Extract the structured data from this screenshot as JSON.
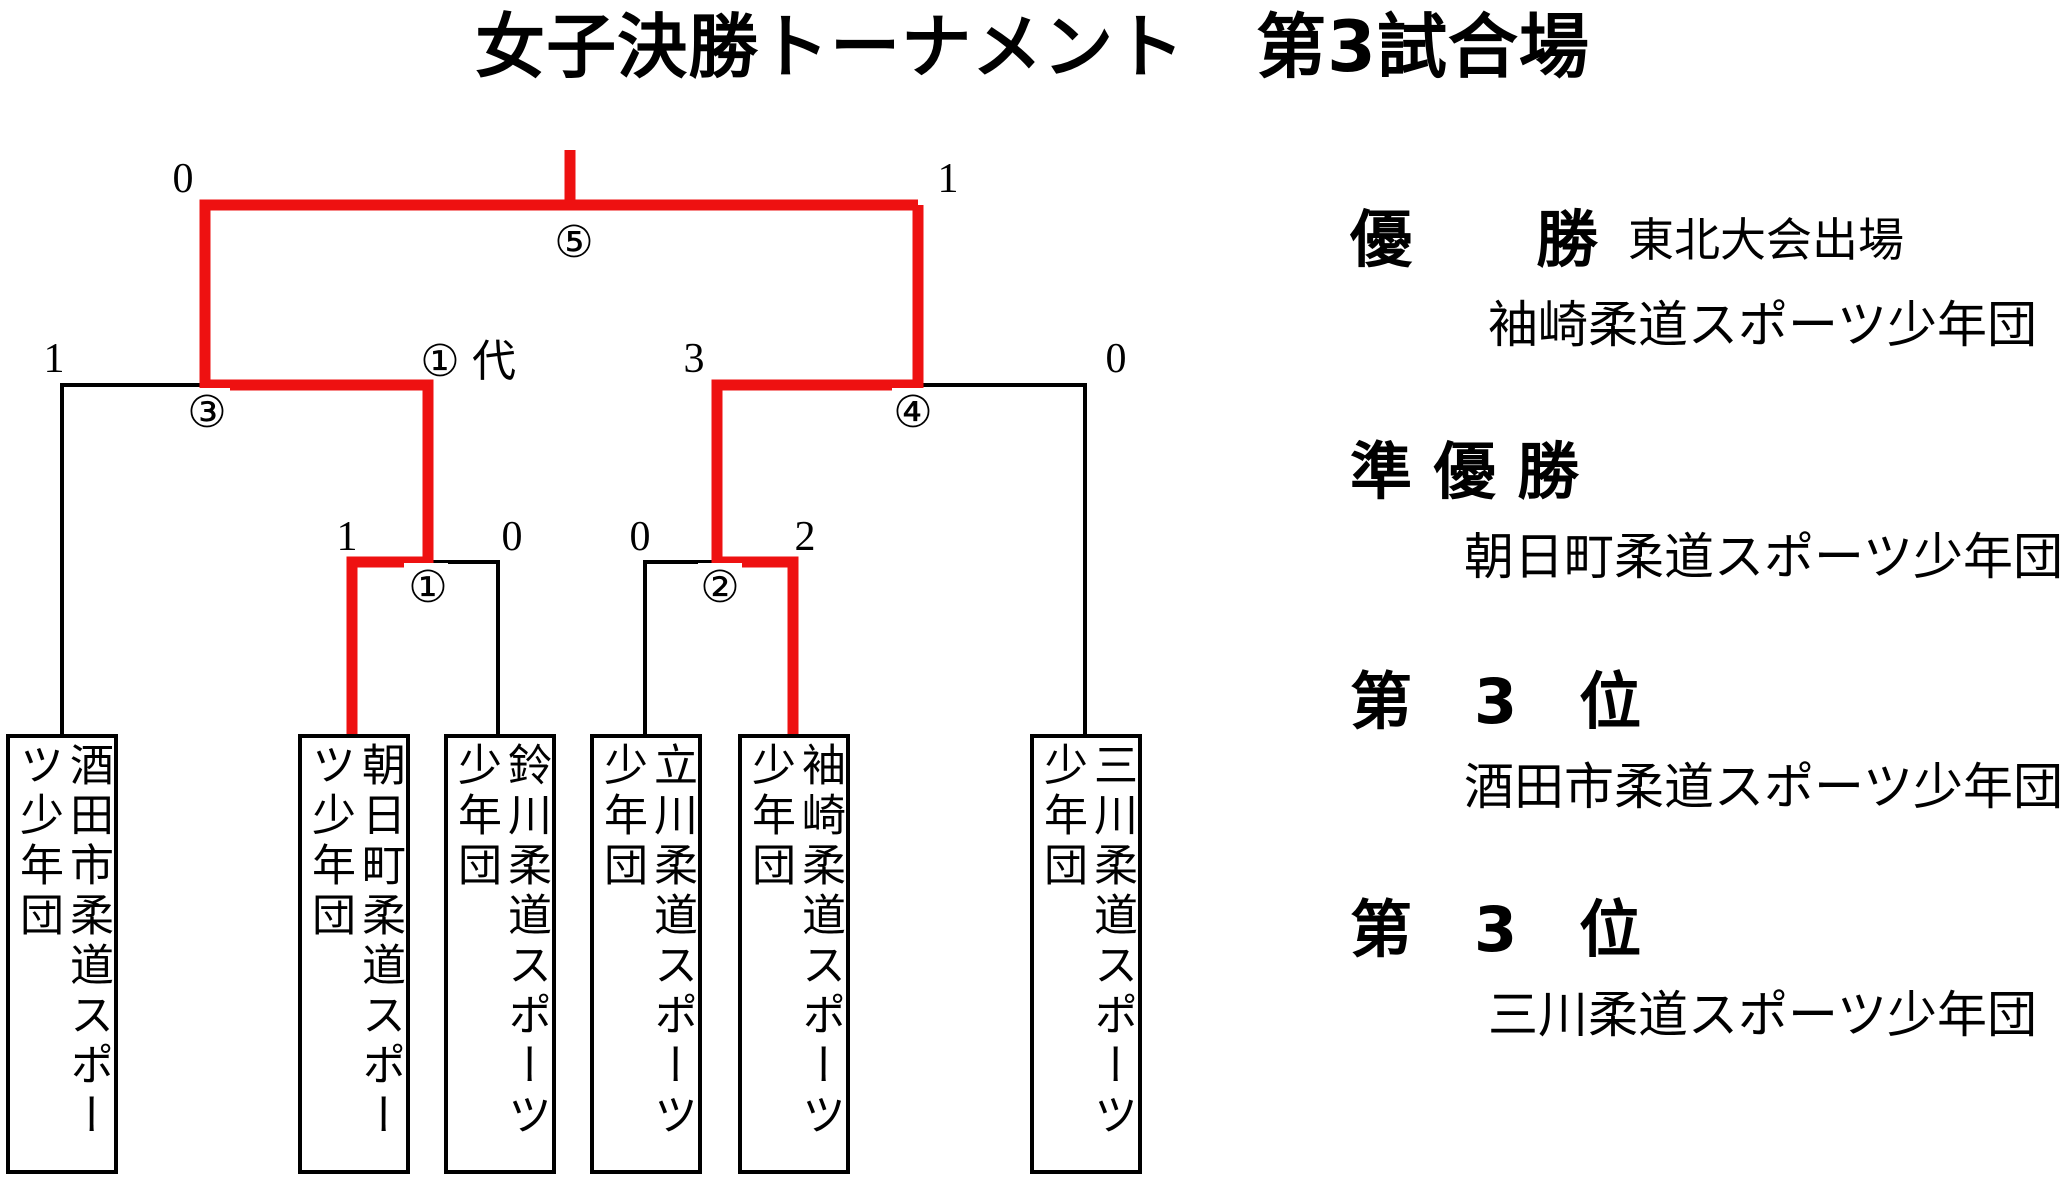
{
  "title": "女子決勝トーナメント　第3試合場",
  "teams": [
    "酒田市柔道スポーツ少年団",
    "朝日町柔道スポーツ少年団",
    "鈴川柔道スポーツ少年団",
    "立川柔道スポーツ少年団",
    "袖崎柔道スポーツ少年団",
    "三川柔道スポーツ少年団"
  ],
  "matches": [
    {
      "number": "①",
      "note": "代",
      "score_left": "1",
      "score_right": "0"
    },
    {
      "number": "②",
      "note": "",
      "score_left": "0",
      "score_right": "2"
    },
    {
      "number": "③",
      "note": "",
      "score_left": "1",
      "score_right": ""
    },
    {
      "number": "④",
      "note": "",
      "score_left": "3",
      "score_right": "0"
    },
    {
      "number": "⑤",
      "note": "",
      "score_left": "0",
      "score_right": "1"
    }
  ],
  "results": {
    "champion": {
      "label": "優　　勝",
      "note": "東北大会出場",
      "team": "袖崎柔道スポーツ少年団"
    },
    "runner_up": {
      "label": "準 優 勝",
      "team": "朝日町柔道スポーツ少年団"
    },
    "third_1": {
      "label": "第　3　位",
      "team": "酒田市柔道スポーツ少年団"
    },
    "third_2": {
      "label": "第　3　位",
      "team": "三川柔道スポーツ少年団"
    }
  },
  "colors": {
    "winner_line": "#ee1111",
    "line": "#000000"
  }
}
